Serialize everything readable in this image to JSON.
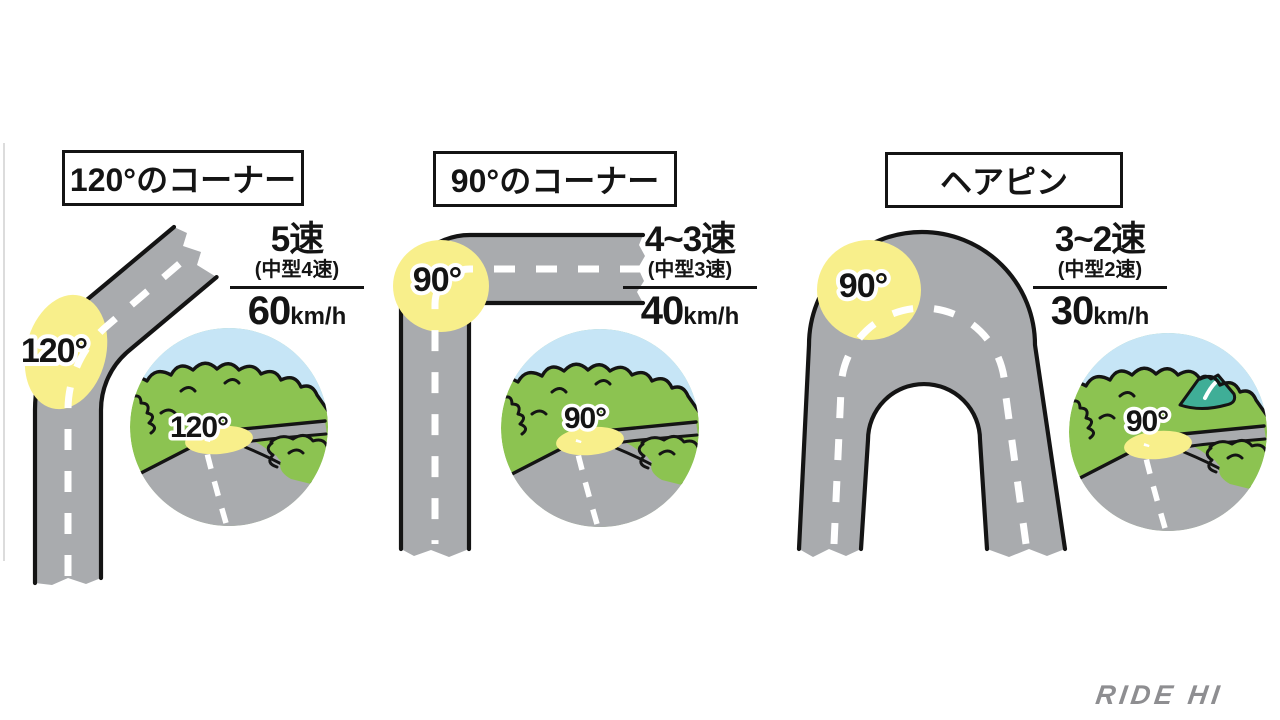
{
  "figure": {
    "panels": [
      {
        "title": "120°のコーナー",
        "road_label": "120°",
        "inset_label": "120°",
        "gear": "5速",
        "gear_note": "(中型4速)",
        "speed_value": "60",
        "speed_unit": "km/h"
      },
      {
        "title": "90°のコーナー",
        "road_label": "90°",
        "inset_label": "90°",
        "gear": "4~3速",
        "gear_note": "(中型3速)",
        "speed_value": "40",
        "speed_unit": "km/h"
      },
      {
        "title": "ヘアピン",
        "road_label": "90°",
        "inset_label": "90°",
        "gear": "3~2速",
        "gear_note": "(中型2速)",
        "speed_value": "30",
        "speed_unit": "km/h"
      }
    ],
    "logo_text": "RIDE HI",
    "colors": {
      "road": "#a9abae",
      "corner_highlight": "#f8ef8b",
      "tree_green": "#8cc351",
      "sky_blue": "#c6e5f6",
      "mountain_teal": "#3fae97",
      "outline_black": "#141414",
      "logo_gray": "#8e8e91"
    }
  }
}
